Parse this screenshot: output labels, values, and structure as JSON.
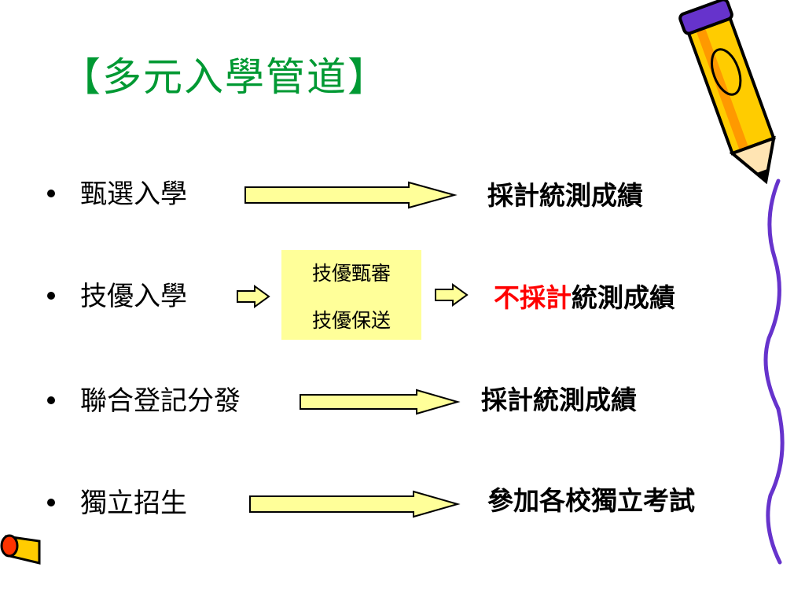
{
  "slide": {
    "title": "【多元入學管道】",
    "items": [
      {
        "label": "甄選入學",
        "result": "採計統測成績"
      },
      {
        "label": "技優入學",
        "result_highlight": "不採計",
        "result_rest": "統測成績",
        "middle_box": [
          "技優甄審",
          "技優保送"
        ]
      },
      {
        "label": "聯合登記分發",
        "result": "採計統測成績"
      },
      {
        "label": "獨立招生",
        "result": "參加各校獨立考試"
      }
    ],
    "colors": {
      "title": "#009933",
      "arrow_fill": "#ffff99",
      "box_fill": "#ffff99",
      "highlight": "#ff0000",
      "squiggle": "#6633cc"
    },
    "decorations": [
      "pencil-icon",
      "squiggle-line"
    ]
  }
}
